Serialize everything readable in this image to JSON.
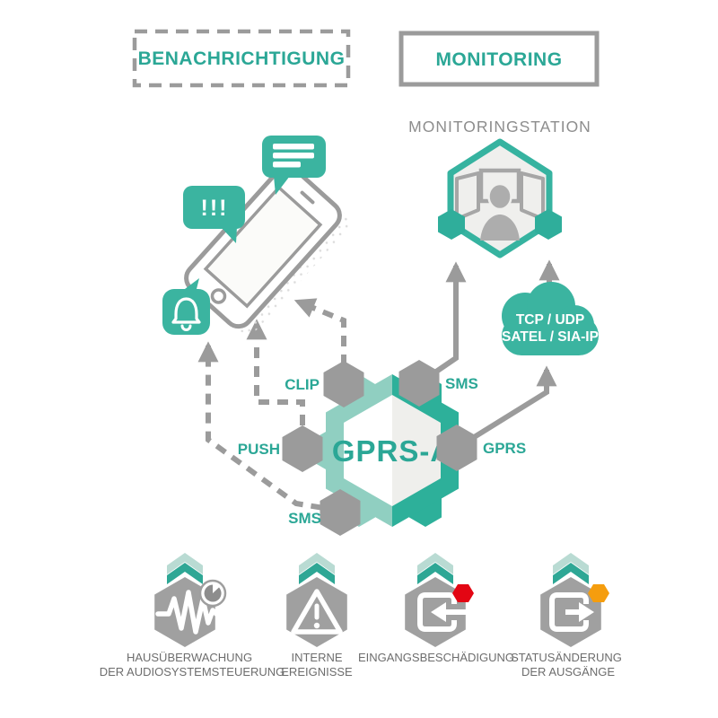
{
  "header": {
    "notification": "BENACHRICHTIGUNG",
    "monitoring": "MONITORING"
  },
  "station": {
    "title": "MONITORINGSTATION"
  },
  "cloud": {
    "line1": "TCP / UDP",
    "line2": "SATEL / SIA-IP"
  },
  "module": {
    "name": "GPRS-A"
  },
  "channels": {
    "clip": "CLIP",
    "push": "PUSH",
    "sms_phone": "SMS",
    "sms_station": "SMS",
    "gprs": "GPRS"
  },
  "phone": {
    "alert": "!!!"
  },
  "features": [
    {
      "line1": "HAUSÜBERWACHUNG",
      "line2": "DER AUDIOSYSTEMSTEUERUNG",
      "icon": "audio-waveform-clock-icon"
    },
    {
      "line1": "INTERNE",
      "line2": "EREIGNISSE",
      "icon": "warning-triangle-icon"
    },
    {
      "line1": "EINGANGSBESCHÄDIGUNG",
      "line2": "",
      "icon": "input-arrow-icon",
      "badge": "#e30613"
    },
    {
      "line1": "STATUSÄNDERUNG",
      "line2": "DER AUSGÄNGE",
      "icon": "output-arrow-icon",
      "badge": "#f59d0e"
    }
  ],
  "icons": {
    "station": "operator-with-monitors-icon",
    "phone": "smartphone-icon",
    "bell": "notification-bell-bubble-icon",
    "message": "sms-message-bubble-icon",
    "alert": "alert-bubble-icon",
    "cloud": "network-cloud-icon"
  },
  "colors": {
    "teal_text": "#2ba796",
    "teal_fill": "#3bb4a0",
    "teal_light": "#90cfc1",
    "teal_dark": "#2db09a",
    "gray": "#9b9b9b",
    "label_gray": "#6d6d6d",
    "red": "#e30613",
    "orange": "#f59d0e"
  }
}
